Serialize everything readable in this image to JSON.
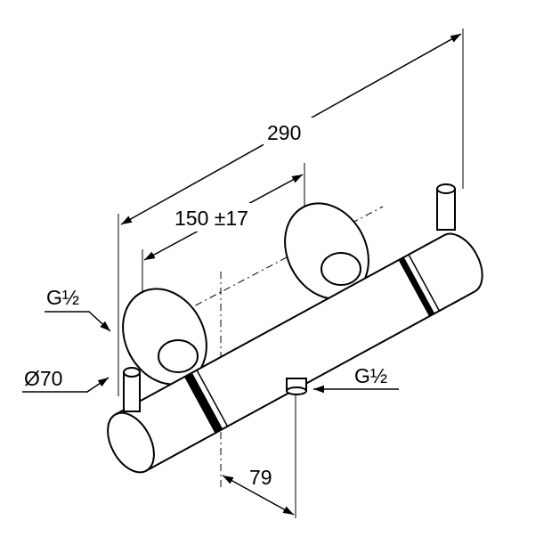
{
  "dimensions": {
    "overall_length": "290",
    "inlet_spacing": "150 ±17",
    "inlet_thread_left": "G½",
    "flange_diameter": "Ø70",
    "outlet_thread": "G½",
    "outlet_offset": "79"
  },
  "colors": {
    "line": "#000000",
    "background": "#ffffff"
  }
}
